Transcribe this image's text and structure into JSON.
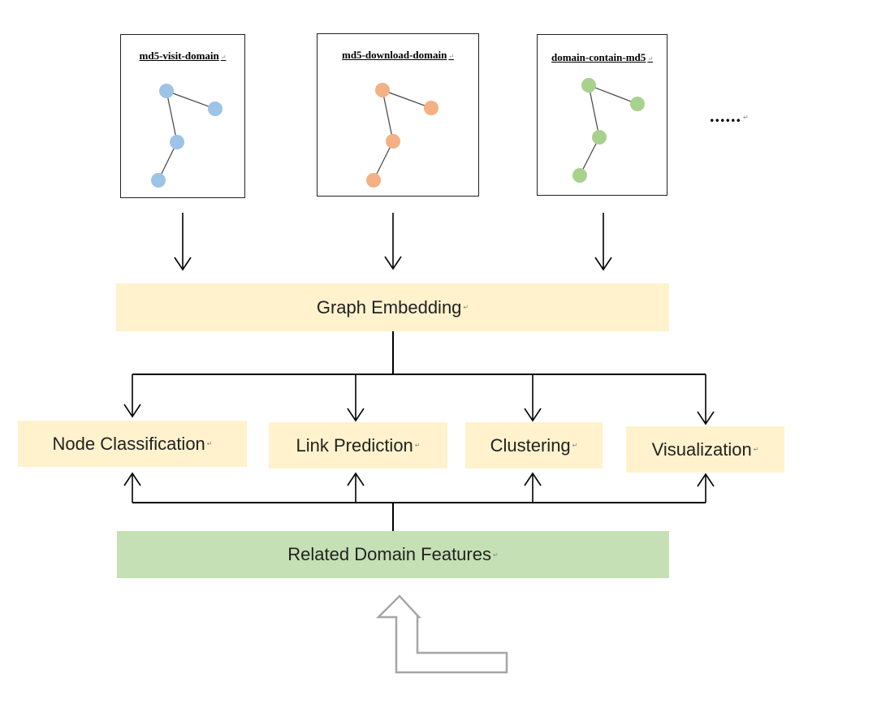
{
  "graphs": [
    {
      "title": "md5-visit-domain",
      "color": "#9dc3e6"
    },
    {
      "title": "md5-download-domain",
      "color": "#f4b183"
    },
    {
      "title": "domain-contain-md5",
      "color": "#a9d18e"
    }
  ],
  "ellipsis": "......",
  "return_mark": "↵",
  "embedding": {
    "label": "Graph Embedding"
  },
  "tasks": [
    {
      "label": "Node Classification"
    },
    {
      "label": "Link Prediction"
    },
    {
      "label": "Clustering"
    },
    {
      "label": "Visualization"
    }
  ],
  "features": {
    "label": "Related Domain Features"
  },
  "colors": {
    "task_fill": "#fff2cc",
    "feature_fill": "#c5e0b4",
    "arrow_outline": "#a6a6a6"
  }
}
